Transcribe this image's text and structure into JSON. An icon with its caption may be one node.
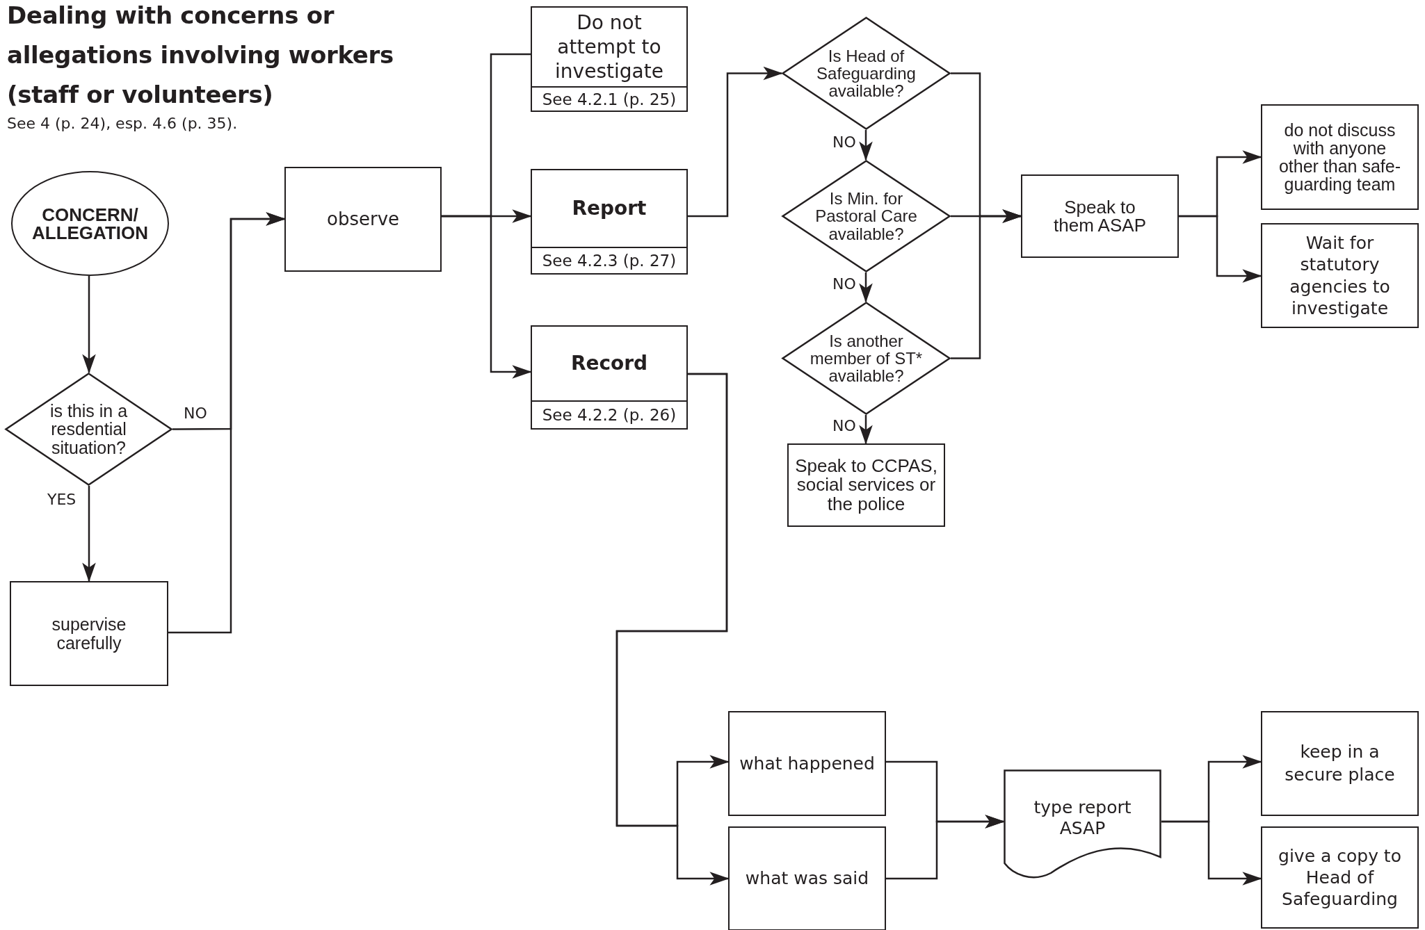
{
  "diagram": {
    "title": "Dealing with concerns or allegations involving workers (staff or volunteers)",
    "nodes": [
      {
        "text": [
          "CONCERN/ ALLEGATION"
        ]
      },
      {
        "text": [
          "is this in a resdential situation?"
        ]
      },
      {
        "text": [
          "supervise carefully"
        ]
      },
      {
        "text": [
          "observe"
        ]
      },
      {
        "text": [
          "Do not attempt to investigate",
          "See 4.2.1 (p. 25)"
        ]
      },
      {
        "text": [
          "Report",
          "See 4.2.3 (p. 27)"
        ]
      },
      {
        "text": [
          "Record",
          "See 4.2.2 (p. 26)"
        ]
      },
      {
        "text": [
          "Is Head of Safeguarding available?"
        ]
      },
      {
        "text": [
          "Is Min. for Pastoral Care available?"
        ]
      },
      {
        "text": [
          "Is another member of ST* available?"
        ]
      },
      {
        "text": [
          "Speak to CCPAS, social services or the police"
        ]
      },
      {
        "text": [
          "Speak to them ASAP"
        ]
      },
      {
        "text": [
          "do not discuss with anyone other than safe-guarding team"
        ]
      },
      {
        "text": [
          "Wait for statutory agencies to investigate"
        ]
      },
      {
        "text": [
          "what happened"
        ]
      },
      {
        "text": [
          "what was said"
        ]
      },
      {
        "text": [
          "type report ASAP"
        ]
      },
      {
        "text": [
          "keep in a secure place"
        ]
      },
      {
        "text": [
          "give a copy to Head of Safeguarding"
        ]
      }
    ],
    "edges": [
      {
        "from": 0,
        "to": 1,
        "arrow": "to"
      },
      {
        "from": 1,
        "to": 3,
        "arrow": "to",
        "label": "NO"
      },
      {
        "from": 1,
        "to": 2,
        "arrow": "to",
        "label": "YES"
      },
      {
        "from": 2,
        "to": 3,
        "arrow": "to"
      },
      {
        "from": 3,
        "to": 4,
        "arrow": "none"
      },
      {
        "from": 3,
        "to": 5,
        "arrow": "to"
      },
      {
        "from": 3,
        "to": 6,
        "arrow": "to"
      },
      {
        "from": 5,
        "to": 7,
        "arrow": "to"
      },
      {
        "from": 7,
        "to": 8,
        "arrow": "to",
        "label": "NO"
      },
      {
        "from": 8,
        "to": 9,
        "arrow": "to",
        "label": "NO"
      },
      {
        "from": 9,
        "to": 10,
        "arrow": "to",
        "label": "NO"
      },
      {
        "from": 7,
        "to": 11,
        "arrow": "to"
      },
      {
        "from": 8,
        "to": 11,
        "arrow": "to"
      },
      {
        "from": 9,
        "to": 11,
        "arrow": "to"
      },
      {
        "from": 11,
        "to": 12,
        "arrow": "to"
      },
      {
        "from": 11,
        "to": 13,
        "arrow": "to"
      },
      {
        "from": 6,
        "to": 14,
        "arrow": "to"
      },
      {
        "from": 6,
        "to": 15,
        "arrow": "to"
      },
      {
        "from": 14,
        "to": 16,
        "arrow": "to"
      },
      {
        "from": 15,
        "to": 16,
        "arrow": "to"
      },
      {
        "from": 16,
        "to": 17,
        "arrow": "to"
      },
      {
        "from": 16,
        "to": 18,
        "arrow": "to"
      }
    ],
    "labels": [
      "See 4 (p. 24), esp. 4.6 (p. 35)."
    ]
  }
}
